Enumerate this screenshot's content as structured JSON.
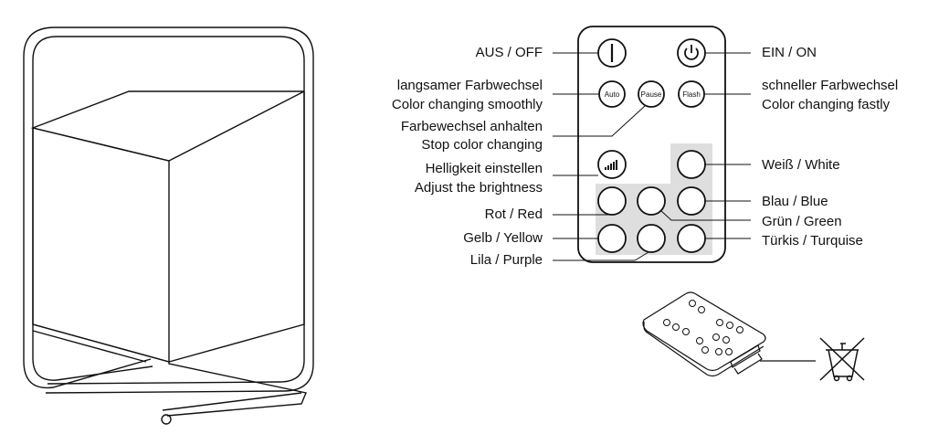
{
  "labels": {
    "off": "AUS / OFF",
    "on": "EIN / ON",
    "slow_de": "langsamer Farbwechsel",
    "slow_en": "Color changing smoothly",
    "fast_de": "schneller Farbwechsel",
    "fast_en": "Color changing fastly",
    "stop_de": "Farbewechsel anhalten",
    "stop_en": "Stop color changing",
    "bright_de": "Helligkeit einstellen",
    "bright_en": "Adjust the brightness",
    "white": "Weiß / White",
    "red": "Rot / Red",
    "blue": "Blau / Blue",
    "green": "Grün / Green",
    "yellow": "Gelb / Yellow",
    "turquoise": "Türkis / Turquise",
    "purple": "Lila / Purple"
  },
  "buttons": {
    "auto": "Auto",
    "pause": "Pause",
    "flash": "Flash"
  },
  "icons": {
    "off": "power-off-bar-icon",
    "on": "power-on-icon",
    "brightness": "brightness-bars-icon",
    "disposal": "crossed-out-bin-icon"
  },
  "colors": {
    "line": "#111111",
    "highlight": "#dedede"
  }
}
